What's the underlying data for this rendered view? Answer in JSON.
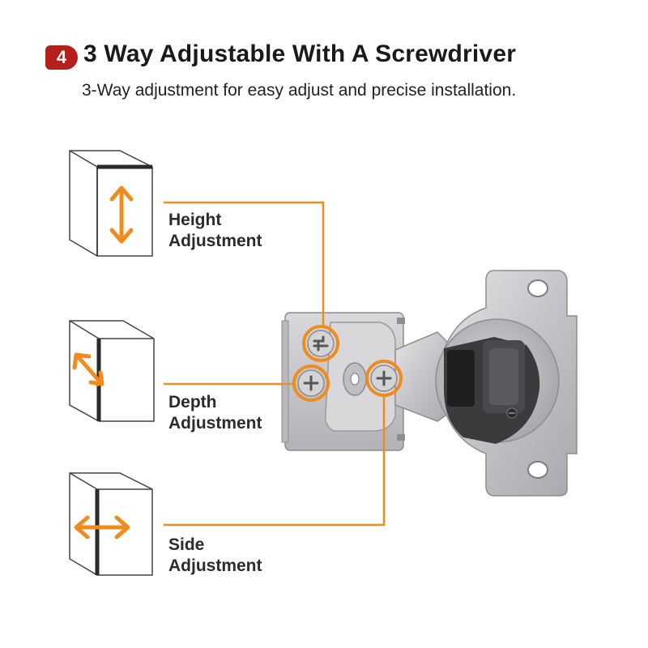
{
  "header": {
    "step_number": "4",
    "title": "3 Way Adjustable With A Screwdriver",
    "subtitle": "3-Way adjustment for easy adjust and precise installation."
  },
  "adjustments": [
    {
      "line1": "Height",
      "line2": "Adjustment",
      "icon": "vertical-double-arrow-icon"
    },
    {
      "line1": "Depth",
      "line2": "Adjustment",
      "icon": "diagonal-double-arrow-icon"
    },
    {
      "line1": "Side",
      "line2": "Adjustment",
      "icon": "horizontal-double-arrow-icon"
    }
  ],
  "colors": {
    "accent": "#f08c1e",
    "badge": "#b3201e",
    "outline": "#2a2a2a",
    "metal": "#c9c9cc"
  }
}
